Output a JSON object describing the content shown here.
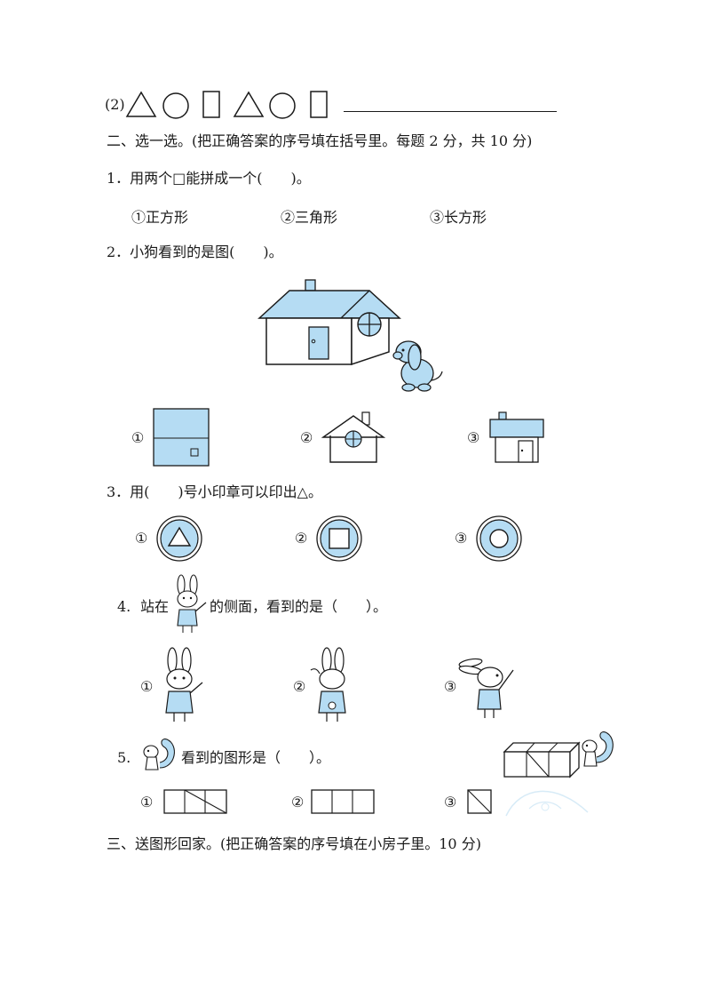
{
  "q2_pattern": {
    "label": "(2)",
    "shapes": [
      "triangle",
      "circle",
      "rectangle",
      "triangle",
      "circle",
      "rectangle"
    ]
  },
  "section2": {
    "heading": "二、选一选。(把正确答案的序号填在括号里。每题 2 分，共 10 分)",
    "questions": [
      {
        "text": "1．用两个□能拼成一个(　　)。",
        "options": [
          "①正方形",
          "②三角形",
          "③长方形"
        ]
      },
      {
        "text": "2．小狗看到的是图(　　)。",
        "option_marks": [
          "①",
          "②",
          "③"
        ]
      },
      {
        "text": "3．用(　　)号小印章可以印出△。",
        "option_marks": [
          "①",
          "②",
          "③"
        ]
      },
      {
        "num": "4.",
        "pre": "站在",
        "post": "的侧面，看到的是（　　）。",
        "option_marks": [
          "①",
          "②",
          "③"
        ]
      },
      {
        "num": "5.",
        "post": "看到的图形是（　　）。",
        "option_marks": [
          "①",
          "②",
          "③"
        ]
      }
    ]
  },
  "section3": {
    "heading": "三、送图形回家。(把正确答案的序号填在小房子里。10 分)"
  },
  "colors": {
    "fill_blue": "#b5dcf3",
    "ink": "#1a1a1a"
  },
  "icons": [
    "dog-icon",
    "rabbit-icon",
    "squirrel-icon",
    "house-icon",
    "stamp-icon"
  ]
}
